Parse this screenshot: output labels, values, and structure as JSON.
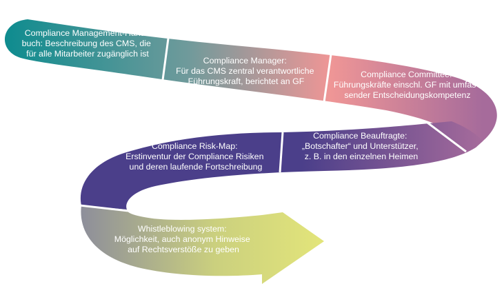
{
  "colors": {
    "teal": "#0f8c8f",
    "gray_teal": "#6f9a9b",
    "salmon": "#ef9696",
    "mauve": "#a66b9b",
    "violet": "#4b3f8a",
    "gray": "#8e8f9a",
    "lime": "#e3e57a"
  },
  "segments": [
    {
      "id": "handbuch",
      "lines": [
        "Compliance Management-Hand-",
        "buch: Beschreibung des CMS, die",
        "für alle Mitarbeiter zugänglich ist"
      ]
    },
    {
      "id": "manager",
      "lines": [
        "Compliance Manager:",
        "Für das CMS zentral verantwortliche",
        "Führungskraft, berichtet an GF"
      ]
    },
    {
      "id": "committee",
      "lines": [
        "Compliance Committee:",
        "Führungskräfte einschl. GF mit umfas-",
        "sender Entscheidungskompetenz"
      ]
    },
    {
      "id": "beauftragte",
      "lines": [
        "Compliance Beauftragte:",
        "„Botschafter“ und Unterstützer,",
        "z. B. in den einzelnen Heimen"
      ]
    },
    {
      "id": "riskmap",
      "lines": [
        "Compliance Risk-Map:",
        "Erstinventur der Compliance Risiken",
        "und deren laufende Fortschreibung"
      ]
    },
    {
      "id": "whistleblowing",
      "lines": [
        "Whistleblowing system:",
        "Möglichkeit, auch anonym Hinweise",
        "auf Rechtsverstöße zu geben"
      ]
    }
  ]
}
